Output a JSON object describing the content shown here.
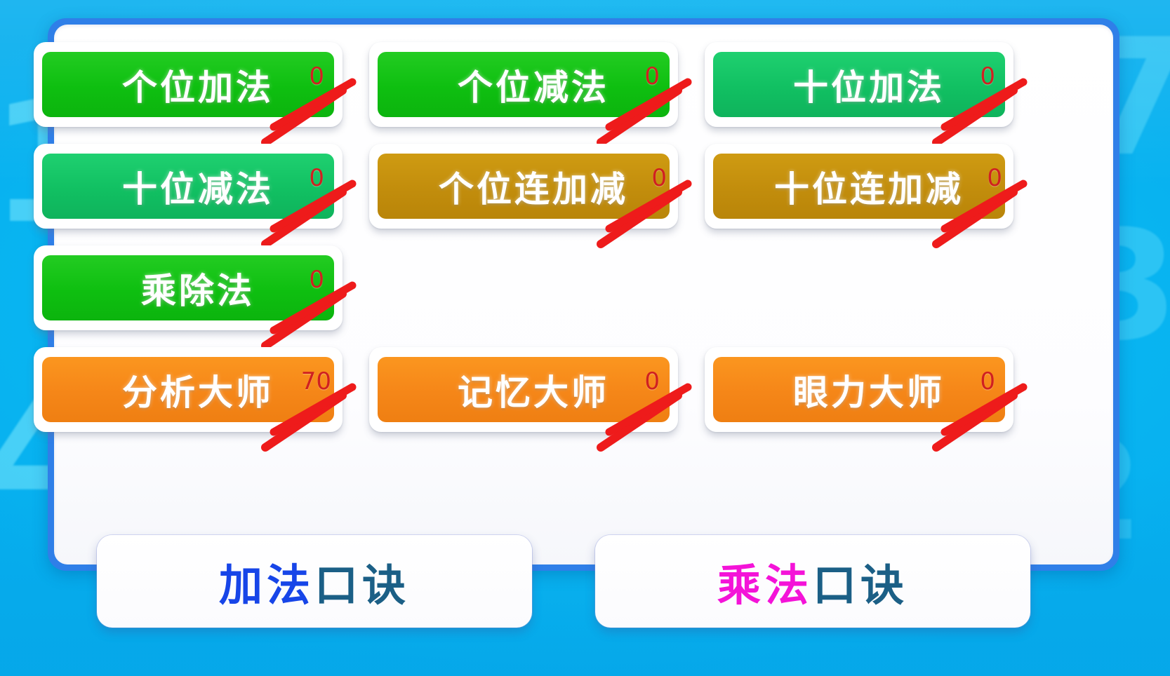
{
  "app": {
    "background_color": "#0fbdf5",
    "panel_border_color": "#2f7fe8",
    "panel_fill_color": "#ffffff",
    "badge_color": "#d02020",
    "scribble_color": "#ee1b1b",
    "watermark_digits": [
      "1",
      "4",
      "7",
      "3",
      "2"
    ]
  },
  "menu": {
    "items": [
      {
        "label": "个位加法",
        "score": "0",
        "color": "#0ebf10",
        "variant": "c-green",
        "wide_badge": false
      },
      {
        "label": "个位减法",
        "score": "0",
        "color": "#0ebf10",
        "variant": "c-green",
        "wide_badge": false
      },
      {
        "label": "十位加法",
        "score": "0",
        "color": "#11c062",
        "variant": "c-emerald",
        "wide_badge": false
      },
      {
        "label": "十位减法",
        "score": "0",
        "color": "#11c062",
        "variant": "c-emerald",
        "wide_badge": false
      },
      {
        "label": "个位连加减",
        "score": "0",
        "color": "#c28d0c",
        "variant": "c-gold",
        "wide_badge": true
      },
      {
        "label": "十位连加减",
        "score": "0",
        "color": "#c28d0c",
        "variant": "c-gold",
        "wide_badge": true
      },
      {
        "label": "乘除法",
        "score": "0",
        "color": "#0ebf10",
        "variant": "c-green",
        "wide_badge": false
      },
      {
        "label": "",
        "score": "",
        "color": "",
        "variant": "empty",
        "wide_badge": false
      },
      {
        "label": "",
        "score": "",
        "color": "",
        "variant": "empty",
        "wide_badge": false
      },
      {
        "label": "分析大师",
        "score": "70",
        "color": "#f58618",
        "variant": "c-orange",
        "wide_badge": true
      },
      {
        "label": "记忆大师",
        "score": "0",
        "color": "#f58618",
        "variant": "c-orange",
        "wide_badge": false
      },
      {
        "label": "眼力大师",
        "score": "0",
        "color": "#f58618",
        "variant": "c-orange",
        "wide_badge": false
      }
    ]
  },
  "footer": {
    "addition_button": {
      "part1": "加法",
      "part2": "口诀",
      "part1_color": "#1745e8",
      "part2_color": "#1b5f86"
    },
    "multiplication_button": {
      "part1": "乘法",
      "part2": "口诀",
      "part1_color": "#f413d8",
      "part2_color": "#1b5f86"
    }
  }
}
